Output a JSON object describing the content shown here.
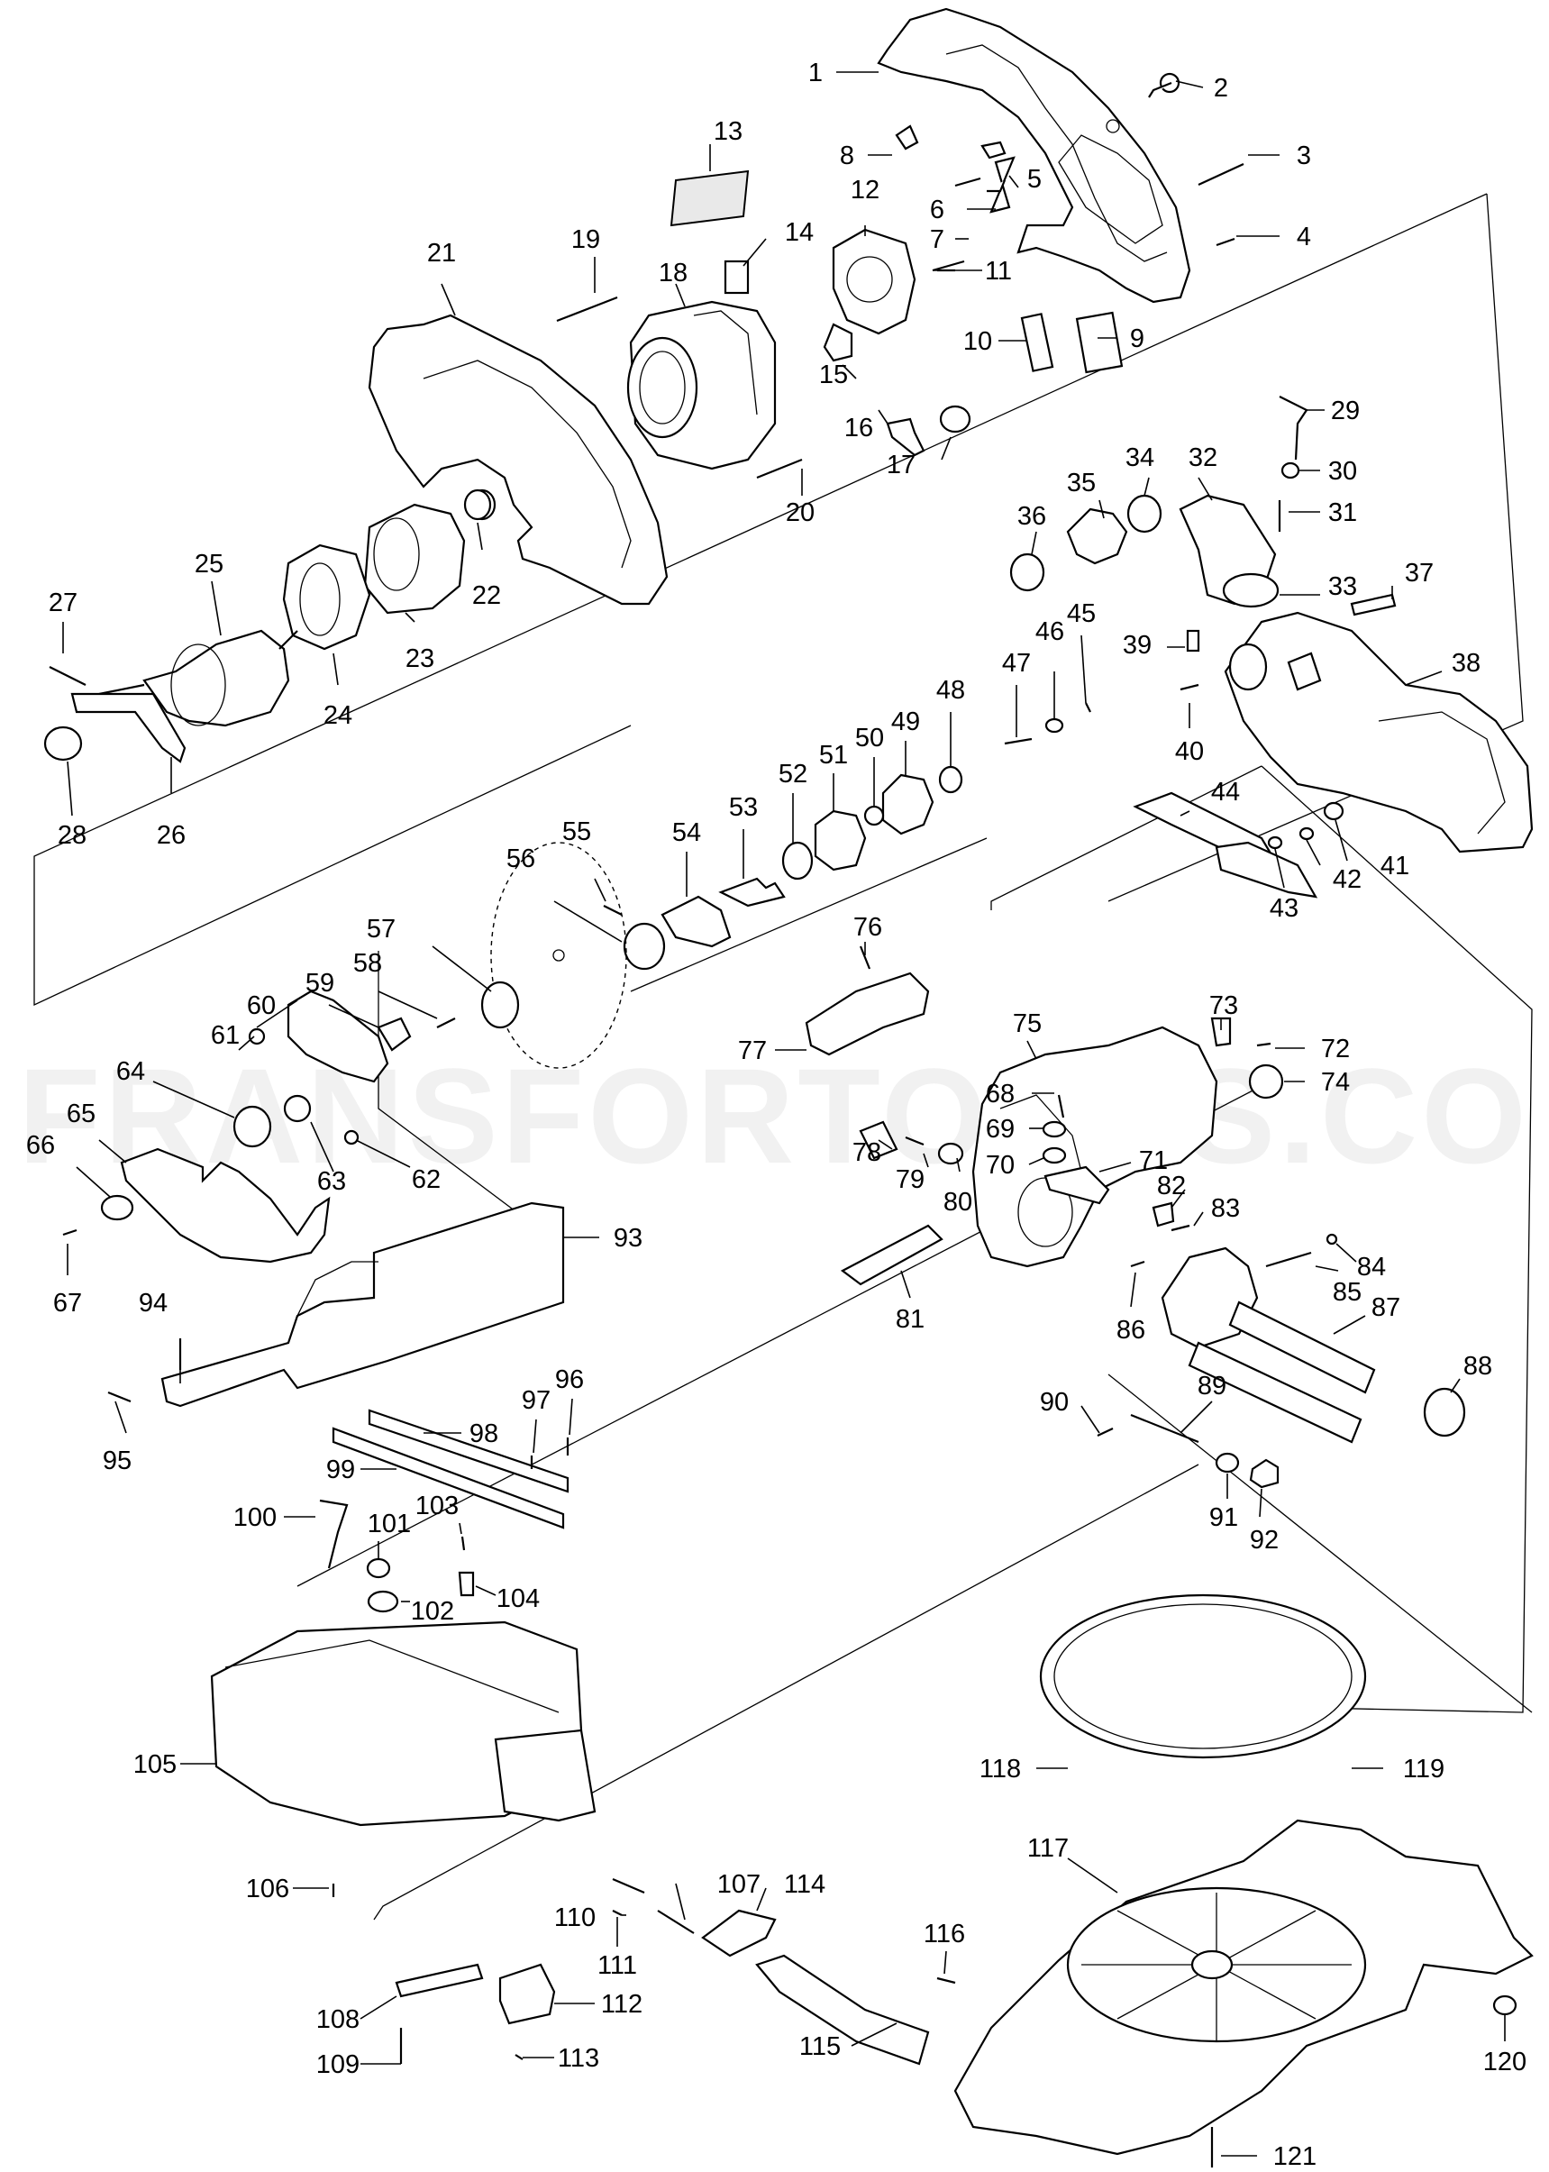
{
  "watermark": "FRANSFORTOOLS.CO",
  "part_numbers": [
    "1",
    "2",
    "3",
    "4",
    "5",
    "6",
    "7",
    "8",
    "9",
    "10",
    "11",
    "12",
    "13",
    "14",
    "15",
    "16",
    "17",
    "18",
    "19",
    "20",
    "21",
    "22",
    "23",
    "24",
    "25",
    "26",
    "27",
    "28",
    "29",
    "30",
    "31",
    "32",
    "33",
    "34",
    "35",
    "36",
    "37",
    "38",
    "39",
    "40",
    "41",
    "42",
    "43",
    "44",
    "45",
    "46",
    "47",
    "48",
    "49",
    "50",
    "51",
    "52",
    "53",
    "54",
    "55",
    "56",
    "57",
    "58",
    "59",
    "60",
    "61",
    "62",
    "63",
    "64",
    "65",
    "66",
    "67",
    "68",
    "69",
    "70",
    "71",
    "72",
    "73",
    "74",
    "75",
    "76",
    "77",
    "78",
    "79",
    "80",
    "81",
    "82",
    "83",
    "84",
    "85",
    "86",
    "87",
    "88",
    "89",
    "90",
    "91",
    "92",
    "93",
    "94",
    "95",
    "96",
    "97",
    "98",
    "99",
    "100",
    "101",
    "102",
    "103",
    "104",
    "105",
    "106",
    "107",
    "108",
    "109",
    "110",
    "111",
    "112",
    "113",
    "114",
    "115",
    "116",
    "117",
    "118",
    "119",
    "120",
    "121"
  ]
}
